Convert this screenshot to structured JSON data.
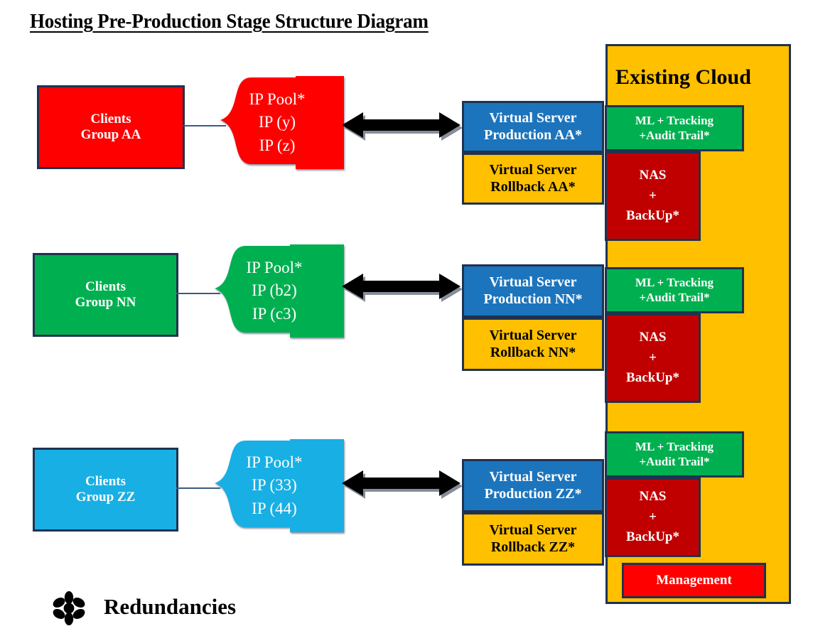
{
  "title": "Hosting Pre-Production Stage Structure Diagram",
  "cloud": {
    "label": "Existing Cloud",
    "management": "Management"
  },
  "legend": {
    "symbol": "✳",
    "label": "Redundancies"
  },
  "colors": {
    "group_aa": "#FF0000",
    "group_nn": "#00B050",
    "group_zz": "#18AFE4",
    "production": "#1C74BC",
    "rollback": "#FFC000",
    "ml": "#00B050",
    "nas": "#C00000",
    "cloud": "#FFC000",
    "management": "#FF0000",
    "border": "#1F3250",
    "arrow": "#000000"
  },
  "rows": [
    {
      "id": "aa",
      "client_line1": "Clients",
      "client_line2": "Group AA",
      "pool_title": "IP Pool*",
      "pool_ip1": "IP (y)",
      "pool_ip2": "IP (z)",
      "production_line1": "Virtual Server",
      "production_line2": "Production AA*",
      "rollback_line1": "Virtual Server",
      "rollback_line2": "Rollback AA*",
      "ml_line1": "ML + Tracking",
      "ml_line2": "+Audit Trail*",
      "nas_line1": "NAS",
      "nas_line2": "+",
      "nas_line3": "BackUp*"
    },
    {
      "id": "nn",
      "client_line1": "Clients",
      "client_line2": "Group NN",
      "pool_title": "IP Pool*",
      "pool_ip1": "IP (b2)",
      "pool_ip2": "IP (c3)",
      "production_line1": "Virtual Server",
      "production_line2": "Production NN*",
      "rollback_line1": "Virtual Server",
      "rollback_line2": "Rollback NN*",
      "ml_line1": "ML + Tracking",
      "ml_line2": "+Audit Trail*",
      "nas_line1": "NAS",
      "nas_line2": "+",
      "nas_line3": "BackUp*"
    },
    {
      "id": "zz",
      "client_line1": "Clients",
      "client_line2": "Group ZZ",
      "pool_title": "IP Pool*",
      "pool_ip1": "IP (33)",
      "pool_ip2": "IP (44)",
      "production_line1": "Virtual Server",
      "production_line2": "Production ZZ*",
      "rollback_line1": "Virtual Server",
      "rollback_line2": "Rollback ZZ*",
      "ml_line1": "ML + Tracking",
      "ml_line2": "+Audit Trail*",
      "nas_line1": "NAS",
      "nas_line2": "+",
      "nas_line3": "BackUp*"
    }
  ]
}
